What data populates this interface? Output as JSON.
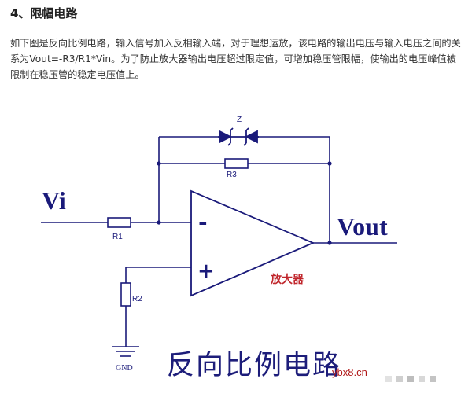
{
  "heading": "4、限幅电路",
  "paragraph": "如下图是反向比例电路，输入信号加入反相输入端，对于理想运放，该电路的输出电压与输入电压之间的关系为Vout=-R3/R1*Vin。为了防止放大器输出电压超过限定值，可增加稳压管限幅，使输出的电压峰值被限制在稳压管的稳定电压值上。",
  "diagram": {
    "input_label": "Vi",
    "output_label": "Vout",
    "zener_label": "Z",
    "r1_label": "R1",
    "r2_label": "R2",
    "r3_label": "R3",
    "minus_sign": "-",
    "plus_sign": "+",
    "amp_label": "放大器",
    "gnd_label": "GND",
    "caption": "反向比例电路",
    "line_color": "#1a1a7a",
    "zener_color": "#1a1a7a",
    "resistor_fill": "#ffffff",
    "label_color": "#1a1a7a",
    "amp_label_color": "#c0262c",
    "watermark_color": "#b01818"
  },
  "watermark": "ybx8.cn"
}
